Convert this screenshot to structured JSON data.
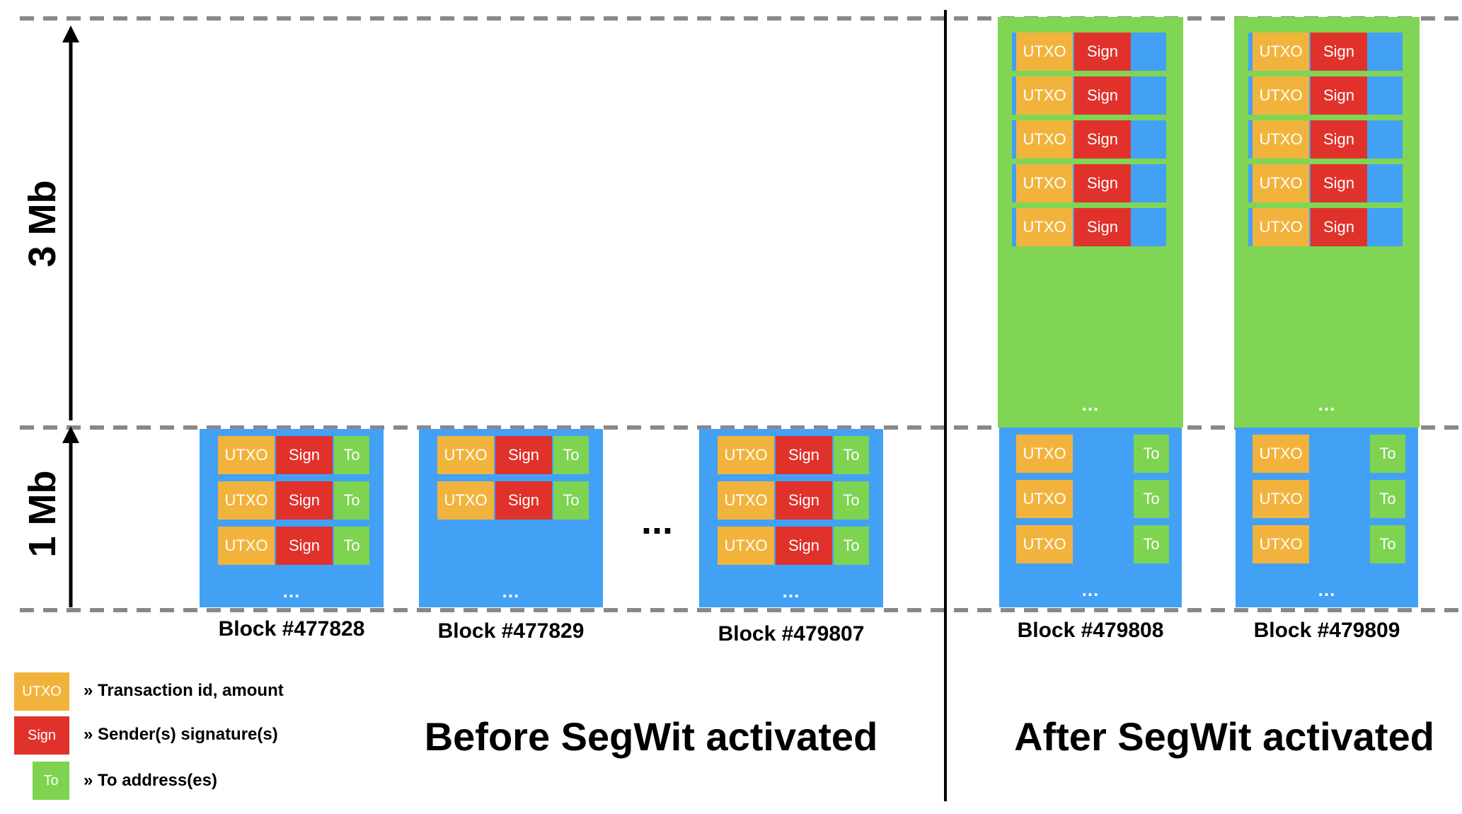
{
  "axis": {
    "upper_label": "3 Mb",
    "lower_label": "1 Mb"
  },
  "cell_labels": {
    "utxo": "UTXO",
    "sign": "Sign",
    "to": "To"
  },
  "ellipsis": "...",
  "between_blocks_ellipsis": "...",
  "titles": {
    "before": "Before SegWit activated",
    "after": "After SegWit activated"
  },
  "legend": [
    {
      "swatch": "UTXO",
      "text": "» Transaction id, amount",
      "color": "#f2b33d"
    },
    {
      "swatch": "Sign",
      "text": "» Sender(s) signature(s)",
      "color": "#e0322b"
    },
    {
      "swatch": "To",
      "text": "» To address(es)",
      "color": "#7ed350"
    }
  ],
  "blocks_before": [
    {
      "label": "Block #477828",
      "tx_rows": 3
    },
    {
      "label": "Block #477829",
      "tx_rows": 2
    },
    {
      "label": "Block #479807",
      "tx_rows": 3
    }
  ],
  "blocks_after": [
    {
      "label": "Block #479808",
      "witness_rows": 5,
      "base_rows": 3
    },
    {
      "label": "Block #479809",
      "witness_rows": 5,
      "base_rows": 3
    }
  ],
  "colors": {
    "utxo": "#f2b33d",
    "sign": "#e0322b",
    "to": "#7ed350",
    "block_base": "#43a1f5",
    "witness_area": "#80d554",
    "guide_line": "#888888"
  }
}
